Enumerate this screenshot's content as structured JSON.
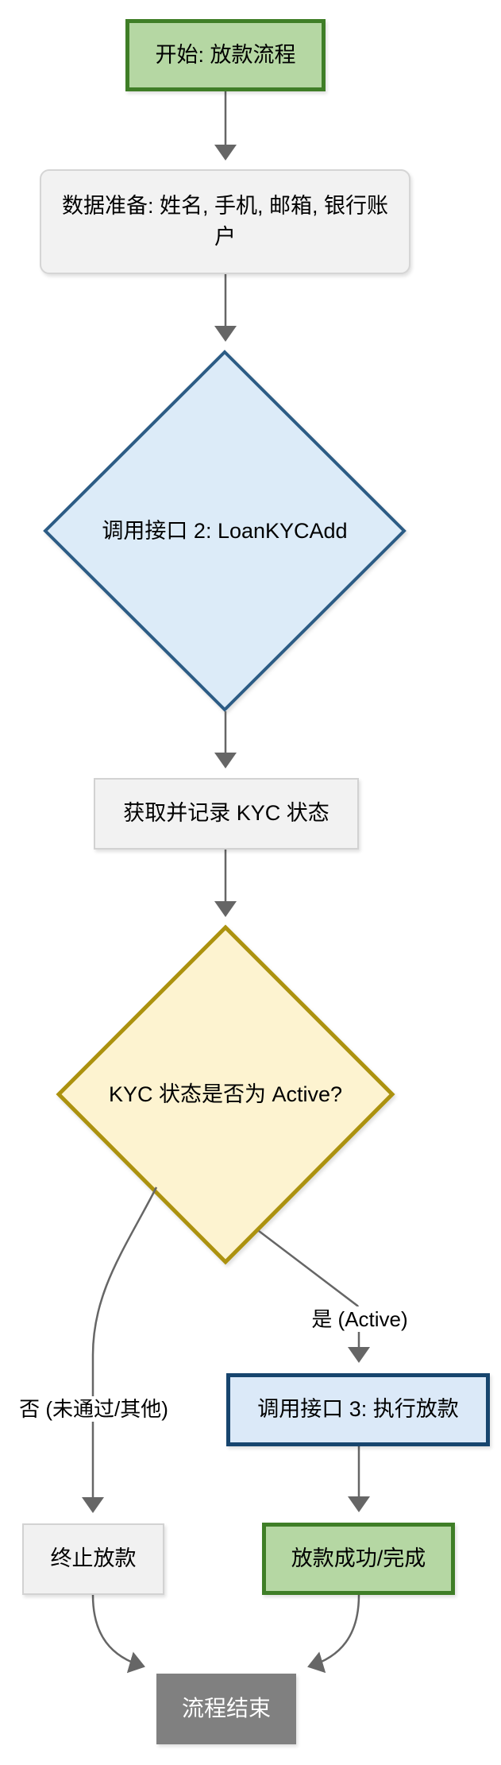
{
  "diagram": {
    "type": "flowchart",
    "background_color": "#ffffff",
    "connector_color": "#666666",
    "nodes": {
      "start": {
        "label": "开始: 放款流程",
        "shape": "rectangle",
        "fill": "#b5d7a3",
        "stroke": "#3f7e27",
        "text_color": "#000000"
      },
      "data_prep": {
        "label": "数据准备: 姓名, 手机, 邮箱, 银行账户",
        "shape": "rounded-rectangle",
        "fill": "#f2f2f2",
        "stroke": "#d5d5d5",
        "text_color": "#000000"
      },
      "kyc_add": {
        "label": "调用接口 2: LoanKYCAdd",
        "shape": "diamond",
        "fill": "#dcebf8",
        "stroke": "#2c5c85",
        "text_color": "#000000"
      },
      "kyc_status": {
        "label": "获取并记录 KYC 状态",
        "shape": "rectangle",
        "fill": "#f2f2f2",
        "stroke": "#d2d2d2",
        "text_color": "#000000"
      },
      "kyc_check": {
        "label": "KYC 状态是否为 Active?",
        "shape": "diamond",
        "fill": "#fdf3d0",
        "stroke": "#ac920f",
        "text_color": "#000000"
      },
      "terminate": {
        "label": "终止放款",
        "shape": "rectangle",
        "fill": "#f1f1f1",
        "stroke": "#d2d2d2",
        "text_color": "#000000"
      },
      "execute": {
        "label": "调用接口 3: 执行放款",
        "shape": "rectangle",
        "fill": "#dbe9f8",
        "stroke": "#17456e",
        "text_color": "#000000"
      },
      "success": {
        "label": "放款成功/完成",
        "shape": "rectangle",
        "fill": "#b5d7a3",
        "stroke": "#3f7e27",
        "text_color": "#000000"
      },
      "end": {
        "label": "流程结束",
        "shape": "rectangle",
        "fill": "#808080",
        "stroke": "#808080",
        "text_color": "#ffffff"
      }
    },
    "edge_labels": {
      "no": "否 (未通过/其他)",
      "yes": "是 (Active)"
    },
    "edges": [
      {
        "from": "start",
        "to": "data_prep",
        "label": ""
      },
      {
        "from": "data_prep",
        "to": "kyc_add",
        "label": ""
      },
      {
        "from": "kyc_add",
        "to": "kyc_status",
        "label": ""
      },
      {
        "from": "kyc_status",
        "to": "kyc_check",
        "label": ""
      },
      {
        "from": "kyc_check",
        "to": "terminate",
        "label": "否 (未通过/其他)"
      },
      {
        "from": "kyc_check",
        "to": "execute",
        "label": "是 (Active)"
      },
      {
        "from": "execute",
        "to": "success",
        "label": ""
      },
      {
        "from": "terminate",
        "to": "end",
        "label": ""
      },
      {
        "from": "success",
        "to": "end",
        "label": ""
      }
    ]
  }
}
